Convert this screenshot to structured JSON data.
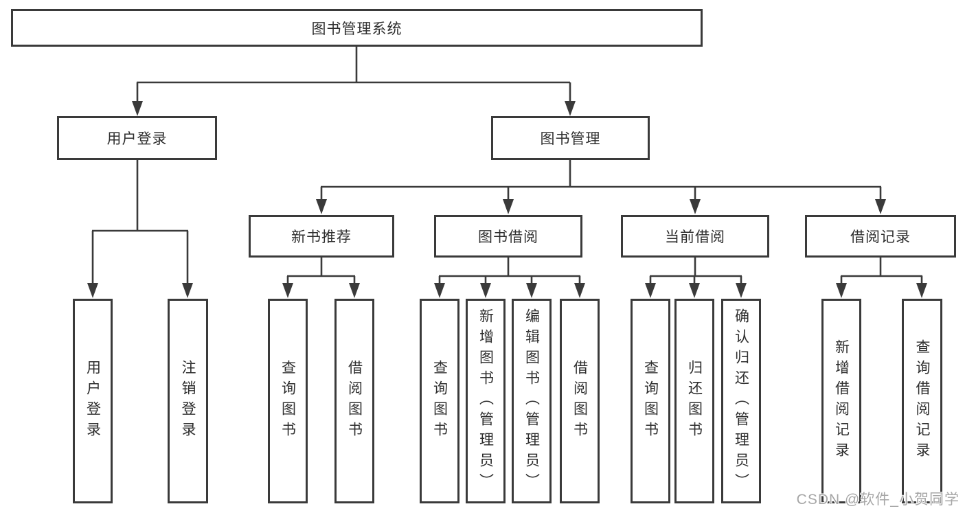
{
  "colors": {
    "line": "#3a3a3a",
    "text": "#2e2e2e",
    "node-bg": "#ffffff",
    "watermark": "#a6a6a6"
  },
  "watermark": {
    "text": "CSDN @软件_小贺同学"
  },
  "tree": {
    "root": {
      "label": "图书管理系统",
      "children": [
        {
          "label": "用户登录",
          "children": [
            {
              "label": "用户登录"
            },
            {
              "label": "注销登录"
            }
          ]
        },
        {
          "label": "图书管理",
          "children": [
            {
              "label": "新书推荐",
              "children": [
                {
                  "label": "查询图书"
                },
                {
                  "label": "借阅图书"
                }
              ]
            },
            {
              "label": "图书借阅",
              "children": [
                {
                  "label": "查询图书"
                },
                {
                  "label": "新增图书（管理员）"
                },
                {
                  "label": "编辑图书（管理员）"
                },
                {
                  "label": "借阅图书"
                }
              ]
            },
            {
              "label": "当前借阅",
              "children": [
                {
                  "label": "查询图书"
                },
                {
                  "label": "归还图书"
                },
                {
                  "label": "确认归还（管理员）"
                }
              ]
            },
            {
              "label": "借阅记录",
              "children": [
                {
                  "label": "新增借阅记录"
                },
                {
                  "label": "查询借阅记录"
                }
              ]
            }
          ]
        }
      ]
    }
  }
}
